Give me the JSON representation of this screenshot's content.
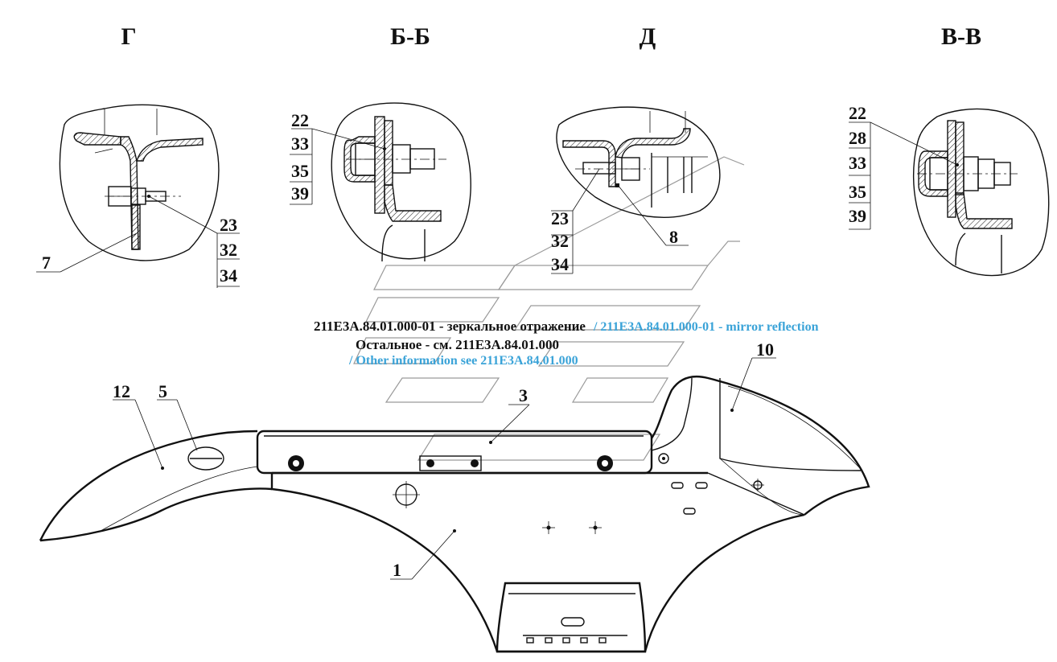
{
  "views": {
    "g": "Г",
    "bb": "Б-Б",
    "d": "Д",
    "vv": "В-В"
  },
  "callouts": {
    "g": [
      "23",
      "32",
      "34",
      "7"
    ],
    "bb": [
      "22",
      "33",
      "35",
      "39"
    ],
    "d": [
      "23",
      "32",
      "34",
      "8"
    ],
    "vv": [
      "22",
      "28",
      "33",
      "35",
      "39"
    ],
    "main": [
      "12",
      "5",
      "3",
      "10",
      "1"
    ]
  },
  "notes": {
    "line1_ru": "211Е3А.84.01.000-01 - зеркальное отражение",
    "line1_en": "/ 211E3A.84.01.000-01 - mirror reflection",
    "line2_ru": "Остальное - см. 211Е3А.84.01.000",
    "line2_en": "/ Other information see 211E3A.84.01.000"
  }
}
